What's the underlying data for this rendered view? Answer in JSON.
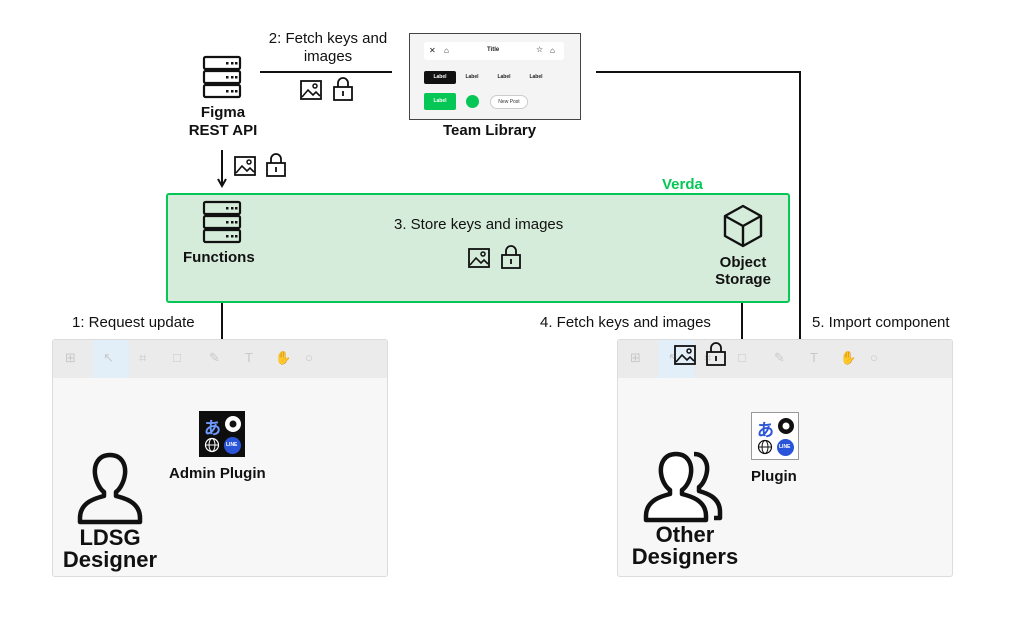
{
  "steps": {
    "fetch_from_library": "2: Fetch keys and\nimages",
    "store": "3. Store keys and images",
    "request": "1: Request update",
    "fetch_storage": "4. Fetch keys and images",
    "import": "5. Import component"
  },
  "nodes": {
    "figma_api": "Figma\nREST API",
    "team_library": "Team Library",
    "verda": "Verda",
    "functions": "Functions",
    "object_storage": "Object\nStorage",
    "admin_plugin": "Admin Plugin",
    "plugin": "Plugin",
    "ldsg_designer": "LDSG\nDesigner",
    "other_designers": "Other\nDesigners"
  },
  "team_library_card": {
    "title": "Title",
    "chips": [
      "Label",
      "Label",
      "Label",
      "Label"
    ],
    "green_button": "Label",
    "new_post": "New Post"
  },
  "plugin_glyphs": {
    "kana": "あ",
    "badge": "LINE"
  },
  "colors": {
    "verda_green": "#06c755",
    "verda_fill": "#d6ecda",
    "plugin_blue": "#2b55d8"
  },
  "icons": [
    "server-icon",
    "image-icon",
    "lock-icon",
    "cube-icon",
    "person-icon",
    "people-icon",
    "plugin-logo-icon"
  ]
}
